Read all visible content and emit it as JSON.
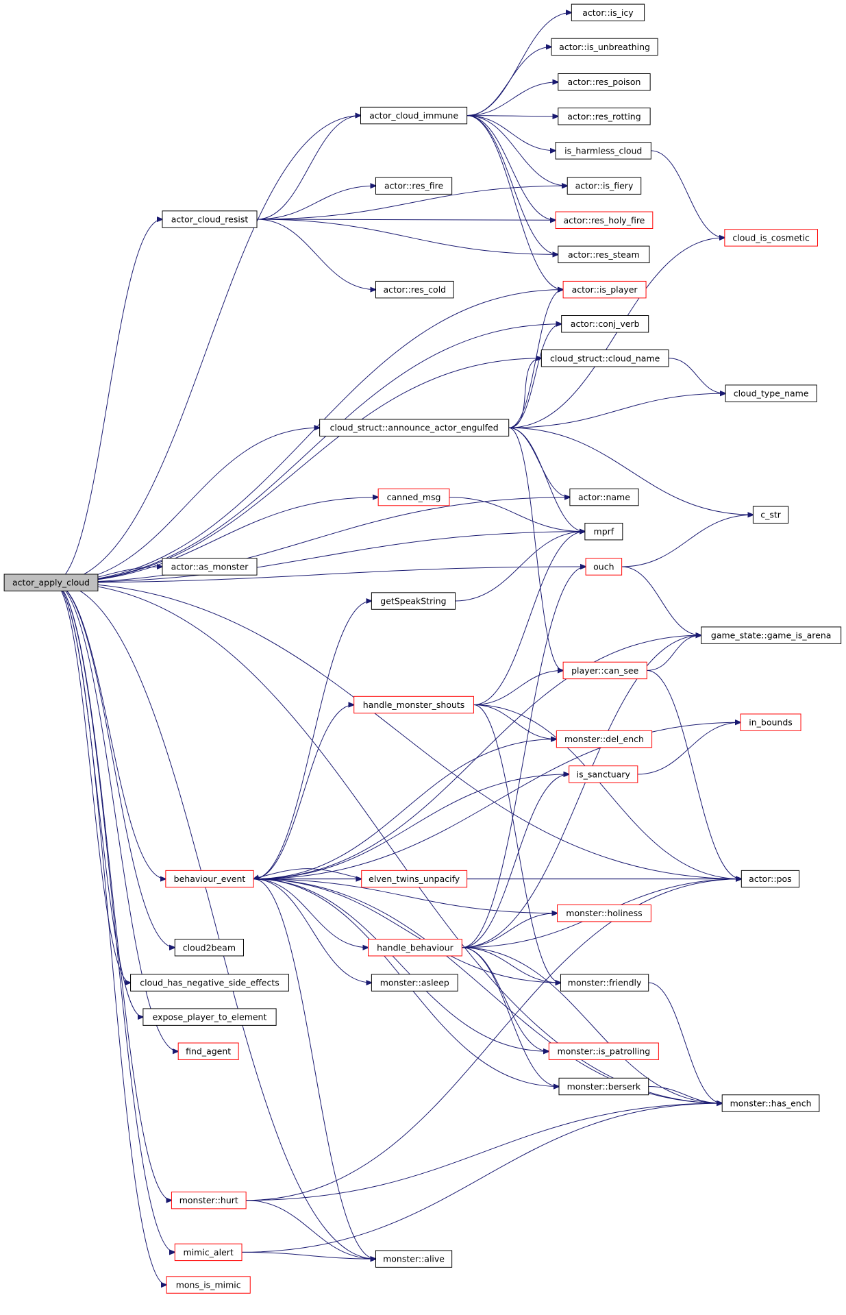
{
  "diagram": {
    "root": "actor_apply_cloud",
    "nodes": [
      {
        "id": "actor_apply_cloud",
        "label": "actor_apply_cloud",
        "border": "black",
        "root": true
      },
      {
        "id": "actor_cloud_immune",
        "label": "actor_cloud_immune",
        "border": "black"
      },
      {
        "id": "actor_cloud_resist",
        "label": "actor_cloud_resist",
        "border": "black"
      },
      {
        "id": "actor_is_icy",
        "label": "actor::is_icy",
        "border": "black"
      },
      {
        "id": "actor_is_unbreathing",
        "label": "actor::is_unbreathing",
        "border": "black"
      },
      {
        "id": "actor_res_poison",
        "label": "actor::res_poison",
        "border": "black"
      },
      {
        "id": "actor_res_rotting",
        "label": "actor::res_rotting",
        "border": "black"
      },
      {
        "id": "is_harmless_cloud",
        "label": "is_harmless_cloud",
        "border": "black"
      },
      {
        "id": "actor_is_fiery",
        "label": "actor::is_fiery",
        "border": "black"
      },
      {
        "id": "actor_res_fire",
        "label": "actor::res_fire",
        "border": "black"
      },
      {
        "id": "actor_res_holy_fire",
        "label": "actor::res_holy_fire",
        "border": "red"
      },
      {
        "id": "actor_res_steam",
        "label": "actor::res_steam",
        "border": "black"
      },
      {
        "id": "cloud_is_cosmetic",
        "label": "cloud_is_cosmetic",
        "border": "red"
      },
      {
        "id": "actor_res_cold",
        "label": "actor::res_cold",
        "border": "black"
      },
      {
        "id": "actor_is_player",
        "label": "actor::is_player",
        "border": "red"
      },
      {
        "id": "actor_conj_verb",
        "label": "actor::conj_verb",
        "border": "black"
      },
      {
        "id": "cloud_struct_cloud_name",
        "label": "cloud_struct::cloud_name",
        "border": "black"
      },
      {
        "id": "cloud_type_name",
        "label": "cloud_type_name",
        "border": "black"
      },
      {
        "id": "cloud_struct_announce_actor_engulfed",
        "label": "cloud_struct::announce_actor_engulfed",
        "border": "black"
      },
      {
        "id": "actor_name",
        "label": "actor::name",
        "border": "black"
      },
      {
        "id": "canned_msg",
        "label": "canned_msg",
        "border": "red"
      },
      {
        "id": "c_str",
        "label": "c_str",
        "border": "black"
      },
      {
        "id": "mprf",
        "label": "mprf",
        "border": "black"
      },
      {
        "id": "actor_as_monster",
        "label": "actor::as_monster",
        "border": "black"
      },
      {
        "id": "ouch",
        "label": "ouch",
        "border": "red"
      },
      {
        "id": "getSpeakString",
        "label": "getSpeakString",
        "border": "black"
      },
      {
        "id": "game_state_game_is_arena",
        "label": "game_state::game_is_arena",
        "border": "black"
      },
      {
        "id": "player_can_see",
        "label": "player::can_see",
        "border": "red"
      },
      {
        "id": "handle_monster_shouts",
        "label": "handle_monster_shouts",
        "border": "red"
      },
      {
        "id": "in_bounds",
        "label": "in_bounds",
        "border": "red"
      },
      {
        "id": "monster_del_ench",
        "label": "monster::del_ench",
        "border": "red"
      },
      {
        "id": "is_sanctuary",
        "label": "is_sanctuary",
        "border": "red"
      },
      {
        "id": "behaviour_event",
        "label": "behaviour_event",
        "border": "red"
      },
      {
        "id": "elven_twins_unpacify",
        "label": "elven_twins_unpacify",
        "border": "red"
      },
      {
        "id": "actor_pos",
        "label": "actor::pos",
        "border": "black"
      },
      {
        "id": "monster_holiness",
        "label": "monster::holiness",
        "border": "red"
      },
      {
        "id": "cloud2beam",
        "label": "cloud2beam",
        "border": "black"
      },
      {
        "id": "handle_behaviour",
        "label": "handle_behaviour",
        "border": "red"
      },
      {
        "id": "cloud_has_negative_side_effects",
        "label": "cloud_has_negative_side_effects",
        "border": "black"
      },
      {
        "id": "monster_asleep",
        "label": "monster::asleep",
        "border": "black"
      },
      {
        "id": "monster_friendly",
        "label": "monster::friendly",
        "border": "black"
      },
      {
        "id": "expose_player_to_element",
        "label": "expose_player_to_element",
        "border": "black"
      },
      {
        "id": "find_agent",
        "label": "find_agent",
        "border": "red"
      },
      {
        "id": "monster_is_patrolling",
        "label": "monster::is_patrolling",
        "border": "red"
      },
      {
        "id": "monster_berserk",
        "label": "monster::berserk",
        "border": "black"
      },
      {
        "id": "monster_has_ench",
        "label": "monster::has_ench",
        "border": "black"
      },
      {
        "id": "monster_hurt",
        "label": "monster::hurt",
        "border": "red"
      },
      {
        "id": "mimic_alert",
        "label": "mimic_alert",
        "border": "red"
      },
      {
        "id": "monster_alive",
        "label": "monster::alive",
        "border": "black"
      },
      {
        "id": "mons_is_mimic",
        "label": "mons_is_mimic",
        "border": "red"
      }
    ],
    "edges": [
      [
        "actor_apply_cloud",
        "actor_cloud_immune"
      ],
      [
        "actor_apply_cloud",
        "actor_cloud_resist"
      ],
      [
        "actor_apply_cloud",
        "actor_is_player"
      ],
      [
        "actor_apply_cloud",
        "actor_conj_verb"
      ],
      [
        "actor_apply_cloud",
        "cloud_struct_cloud_name"
      ],
      [
        "actor_apply_cloud",
        "cloud_struct_announce_actor_engulfed"
      ],
      [
        "actor_apply_cloud",
        "actor_name"
      ],
      [
        "actor_apply_cloud",
        "canned_msg"
      ],
      [
        "actor_apply_cloud",
        "mprf"
      ],
      [
        "actor_apply_cloud",
        "actor_as_monster"
      ],
      [
        "actor_apply_cloud",
        "ouch"
      ],
      [
        "actor_apply_cloud",
        "behaviour_event"
      ],
      [
        "actor_apply_cloud",
        "cloud2beam"
      ],
      [
        "actor_apply_cloud",
        "cloud_has_negative_side_effects"
      ],
      [
        "actor_apply_cloud",
        "expose_player_to_element"
      ],
      [
        "actor_apply_cloud",
        "find_agent"
      ],
      [
        "actor_apply_cloud",
        "monster_hurt"
      ],
      [
        "actor_apply_cloud",
        "mimic_alert"
      ],
      [
        "actor_apply_cloud",
        "mons_is_mimic"
      ],
      [
        "actor_apply_cloud",
        "monster_alive"
      ],
      [
        "actor_apply_cloud",
        "monster_has_ench"
      ],
      [
        "actor_apply_cloud",
        "actor_pos"
      ],
      [
        "actor_cloud_immune",
        "actor_is_icy"
      ],
      [
        "actor_cloud_immune",
        "actor_is_unbreathing"
      ],
      [
        "actor_cloud_immune",
        "actor_res_poison"
      ],
      [
        "actor_cloud_immune",
        "actor_res_rotting"
      ],
      [
        "actor_cloud_immune",
        "is_harmless_cloud"
      ],
      [
        "actor_cloud_immune",
        "actor_is_fiery"
      ],
      [
        "actor_cloud_immune",
        "actor_res_holy_fire"
      ],
      [
        "actor_cloud_immune",
        "actor_res_steam"
      ],
      [
        "actor_cloud_immune",
        "actor_is_player"
      ],
      [
        "actor_cloud_resist",
        "actor_cloud_immune"
      ],
      [
        "actor_cloud_resist",
        "actor_is_fiery"
      ],
      [
        "actor_cloud_resist",
        "actor_res_fire"
      ],
      [
        "actor_cloud_resist",
        "actor_res_holy_fire"
      ],
      [
        "actor_cloud_resist",
        "actor_res_steam"
      ],
      [
        "actor_cloud_resist",
        "actor_res_cold"
      ],
      [
        "is_harmless_cloud",
        "cloud_is_cosmetic"
      ],
      [
        "cloud_struct_cloud_name",
        "cloud_type_name"
      ],
      [
        "cloud_struct_announce_actor_engulfed",
        "actor_is_player"
      ],
      [
        "cloud_struct_announce_actor_engulfed",
        "actor_conj_verb"
      ],
      [
        "cloud_struct_announce_actor_engulfed",
        "cloud_struct_cloud_name"
      ],
      [
        "cloud_struct_announce_actor_engulfed",
        "cloud_is_cosmetic"
      ],
      [
        "cloud_struct_announce_actor_engulfed",
        "cloud_type_name"
      ],
      [
        "cloud_struct_announce_actor_engulfed",
        "actor_name"
      ],
      [
        "cloud_struct_announce_actor_engulfed",
        "c_str"
      ],
      [
        "cloud_struct_announce_actor_engulfed",
        "mprf"
      ],
      [
        "cloud_struct_announce_actor_engulfed",
        "player_can_see"
      ],
      [
        "canned_msg",
        "mprf"
      ],
      [
        "ouch",
        "c_str"
      ],
      [
        "ouch",
        "game_state_game_is_arena"
      ],
      [
        "getSpeakString",
        "mprf"
      ],
      [
        "player_can_see",
        "game_state_game_is_arena"
      ],
      [
        "player_can_see",
        "actor_pos"
      ],
      [
        "handle_monster_shouts",
        "mprf"
      ],
      [
        "handle_monster_shouts",
        "player_can_see"
      ],
      [
        "handle_monster_shouts",
        "monster_del_ench"
      ],
      [
        "handle_monster_shouts",
        "actor_pos"
      ],
      [
        "handle_monster_shouts",
        "monster_friendly"
      ],
      [
        "is_sanctuary",
        "in_bounds"
      ],
      [
        "behaviour_event",
        "getSpeakString"
      ],
      [
        "behaviour_event",
        "game_state_game_is_arena"
      ],
      [
        "behaviour_event",
        "in_bounds"
      ],
      [
        "behaviour_event",
        "handle_monster_shouts"
      ],
      [
        "behaviour_event",
        "monster_del_ench"
      ],
      [
        "behaviour_event",
        "is_sanctuary"
      ],
      [
        "behaviour_event",
        "actor_pos"
      ],
      [
        "behaviour_event",
        "elven_twins_unpacify"
      ],
      [
        "behaviour_event",
        "monster_holiness"
      ],
      [
        "behaviour_event",
        "handle_behaviour"
      ],
      [
        "behaviour_event",
        "monster_asleep"
      ],
      [
        "behaviour_event",
        "monster_friendly"
      ],
      [
        "behaviour_event",
        "monster_is_patrolling"
      ],
      [
        "behaviour_event",
        "monster_berserk"
      ],
      [
        "behaviour_event",
        "monster_has_ench"
      ],
      [
        "behaviour_event",
        "monster_alive"
      ],
      [
        "elven_twins_unpacify",
        "behaviour_event"
      ],
      [
        "elven_twins_unpacify",
        "actor_pos"
      ],
      [
        "handle_behaviour",
        "ouch"
      ],
      [
        "handle_behaviour",
        "game_state_game_is_arena"
      ],
      [
        "handle_behaviour",
        "is_sanctuary"
      ],
      [
        "handle_behaviour",
        "actor_pos"
      ],
      [
        "handle_behaviour",
        "monster_holiness"
      ],
      [
        "handle_behaviour",
        "monster_friendly"
      ],
      [
        "handle_behaviour",
        "monster_is_patrolling"
      ],
      [
        "handle_behaviour",
        "monster_berserk"
      ],
      [
        "handle_behaviour",
        "monster_has_ench"
      ],
      [
        "monster_friendly",
        "monster_has_ench"
      ],
      [
        "monster_berserk",
        "monster_has_ench"
      ],
      [
        "monster_hurt",
        "monster_alive"
      ],
      [
        "monster_hurt",
        "actor_pos"
      ],
      [
        "monster_hurt",
        "monster_has_ench"
      ],
      [
        "mimic_alert",
        "monster_alive"
      ],
      [
        "mimic_alert",
        "monster_has_ench"
      ]
    ]
  }
}
